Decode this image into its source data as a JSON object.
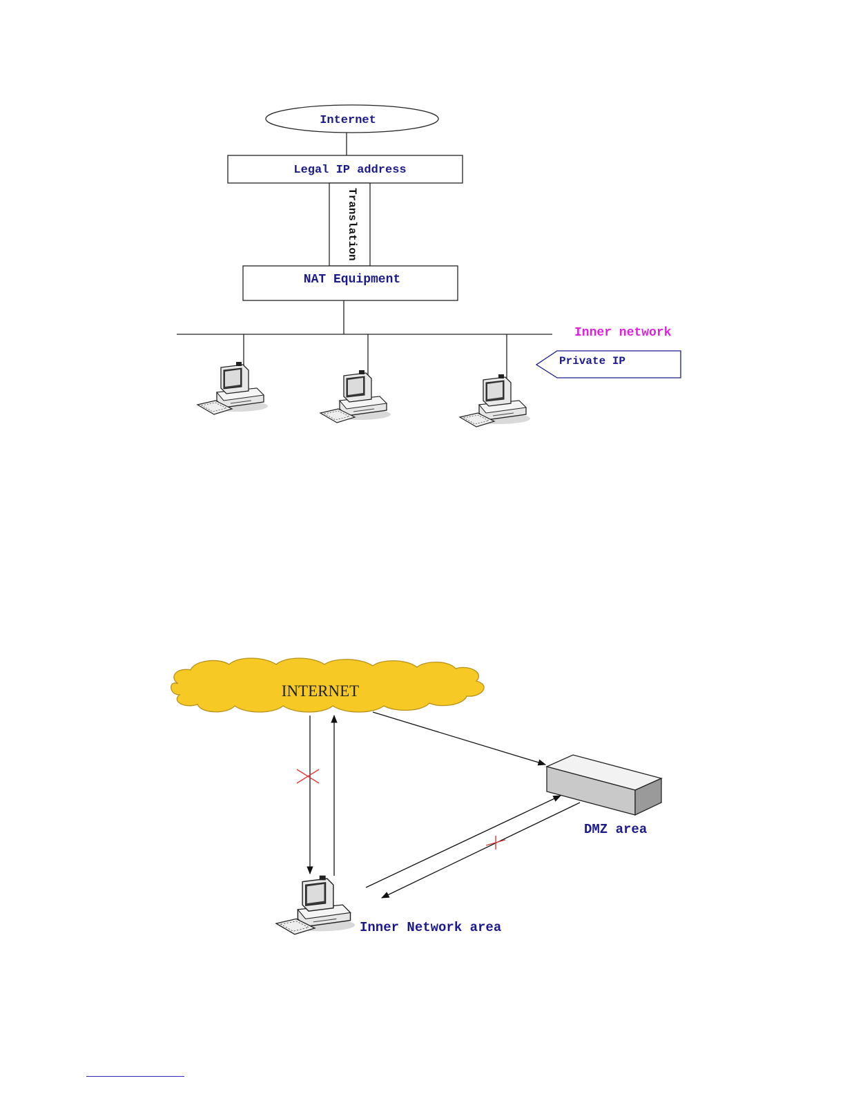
{
  "diagram1": {
    "internet": "Internet",
    "legal_ip": "Legal IP address",
    "translation": "Translation",
    "nat": "NAT Equipment",
    "inner_network": "Inner network",
    "private_ip": "Private IP"
  },
  "diagram2": {
    "internet": "INTERNET",
    "dmz": "DMZ area",
    "inner_area": "Inner Network area"
  },
  "colors": {
    "label_blue": "#1a1a8c",
    "inner_network_magenta": "#e020e0",
    "cloud_yellow": "#f7c925",
    "block_red": "#e03a3a"
  }
}
